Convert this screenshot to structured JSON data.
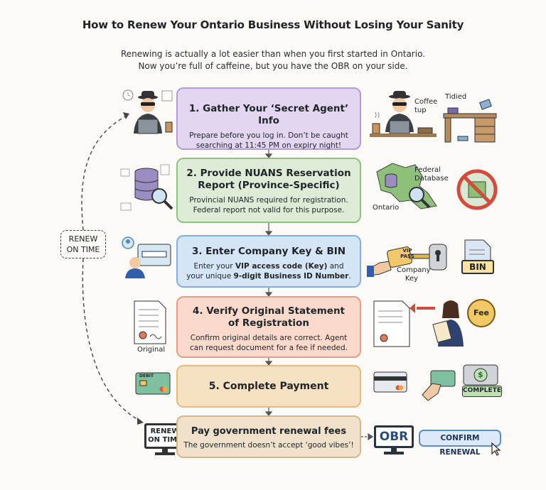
{
  "title": "How to Renew Your Ontario Business Without Losing Your Sanity",
  "subtitle_lines": [
    "Renewing is actually a lot easier than when you first started in Ontario.",
    "Now you’re full of caffeine, but you have the OBR on your side."
  ],
  "steps": [
    {
      "heading_lines": [
        "1. Gather Your ‘Secret Agent’ Info"
      ],
      "desc_lines": [
        "Prepare before you log in. Don’t be caught",
        "searching at 11:45 PM on expiry night!"
      ]
    },
    {
      "heading_lines": [
        "2. Provide NUANS Reservation",
        "Report (Province-Specific)"
      ],
      "desc_lines": [
        "Provincial NUANS required for registration.",
        "Federal report not valid for this purpose."
      ]
    },
    {
      "heading_lines": [
        "3. Enter Company Key & BIN"
      ],
      "desc_parts": [
        {
          "pre": "Enter your ",
          "bold": "VIP access code (Key)",
          "post": " and"
        },
        {
          "pre": "your unique ",
          "bold": "9-digit Business ID Number",
          "post": "."
        }
      ]
    },
    {
      "heading_lines": [
        "4. Verify Original Statement",
        "of Registration"
      ],
      "desc_lines": [
        "Confirm original details are correct. Agent",
        "can request document for a fee if needed."
      ]
    },
    {
      "heading_lines": [
        "5. Complete Payment"
      ],
      "desc_lines": []
    },
    {
      "heading_lines": [
        "Pay government renewal fees"
      ],
      "desc_lines": [
        "The government doesn’t accept ‘good vibes’!"
      ]
    }
  ],
  "labels": {
    "coffee_tup": [
      "Coffee",
      "tup"
    ],
    "tidied": "Tidied",
    "federal_database": [
      "Federal",
      "Database"
    ],
    "ontario": "Ontario",
    "vip_pass": [
      "VIP",
      "PASS"
    ],
    "company_key": [
      "Company",
      "Key"
    ],
    "bin": "BIN",
    "original": "Original",
    "fee": "Fee",
    "debit": "DEBIT",
    "complete": "COMPLETE",
    "renew_on_time_left": [
      "RENEW",
      "ON TIME"
    ],
    "renew_on_time_monitor": [
      "RENEW",
      "ON TIME"
    ],
    "obr": "OBR",
    "confirm_renewal": "CONFIRM RENEWAL",
    "dollar": "$"
  },
  "colors": {
    "step1": "#e3d6f1",
    "step2": "#dcecd6",
    "step3": "#d5e5f5",
    "step4": "#fbd9cb",
    "step5": "#f6e1c2",
    "step6": "#f0e2ca"
  }
}
